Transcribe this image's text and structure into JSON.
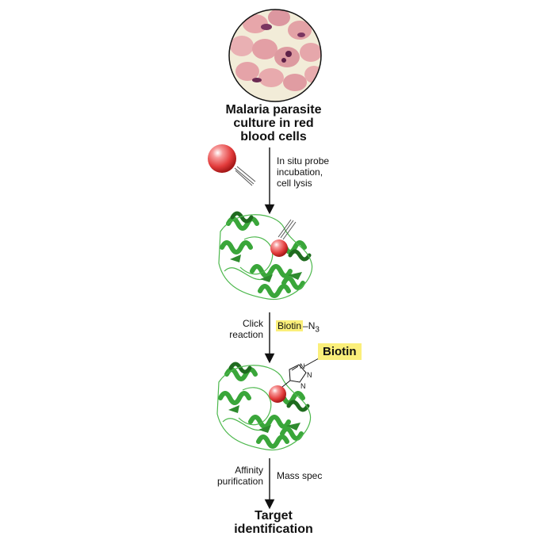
{
  "steps": {
    "culture_title": [
      "Malaria parasite",
      "culture in red",
      "blood cells"
    ],
    "target_title": [
      "Target",
      "identification"
    ]
  },
  "labels": {
    "probe_incubation": [
      "In situ probe",
      "incubation,",
      "cell lysis"
    ],
    "click_reaction": [
      "Click",
      "reaction"
    ],
    "affinity_purification": [
      "Affinity",
      "purification"
    ],
    "mass_spec": "Mass spec"
  },
  "reagent": {
    "name": "Biotin",
    "suffix": "–N",
    "subscript": "3"
  },
  "tag": "Biotin",
  "triazole_atoms": [
    "N",
    "N",
    "N"
  ],
  "colors": {
    "protein": "#3aa63a",
    "protein_dark": "#1f6b1f",
    "probe_sphere": "#e23b3b",
    "highlight": "#fbef7a",
    "rbc": "#e6a6a8",
    "parasite": "#6b2a52"
  },
  "icons": [
    "blood-smear-icon",
    "probe-sphere-icon",
    "alkyne-tail-icon",
    "protein-icon",
    "triazole-icon"
  ]
}
